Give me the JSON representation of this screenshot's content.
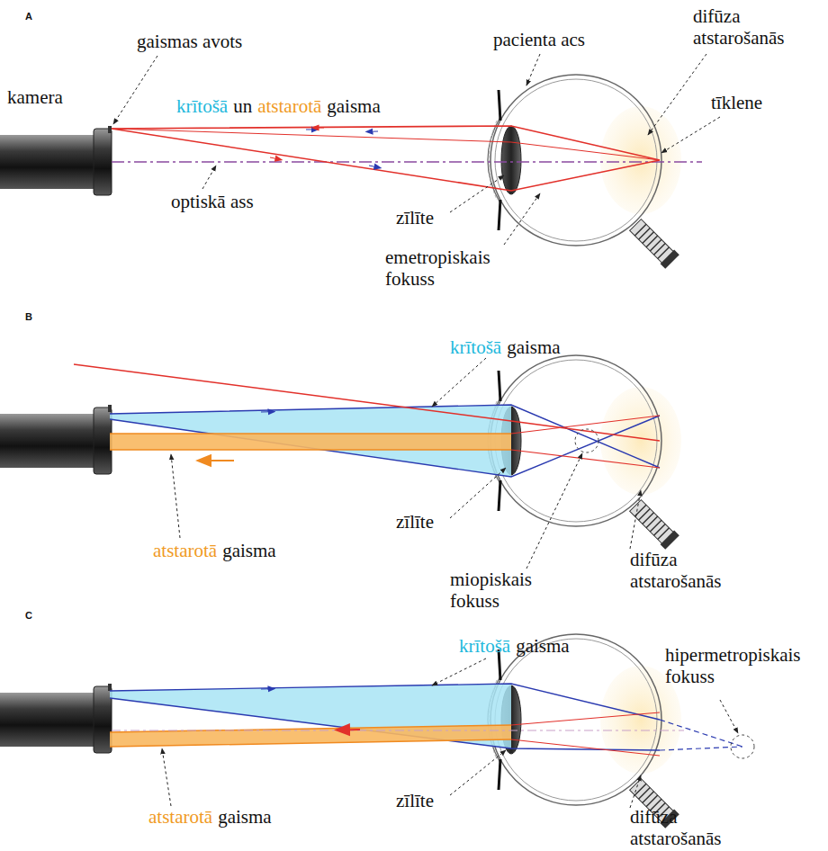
{
  "diagram": {
    "labels": [
      "A",
      "gaismas avots",
      "kamera",
      "krītošā",
      "un",
      "atstarotā",
      "gaisma",
      "pacienta acs",
      "difūza atstarošanās",
      "tīklene",
      "optiskā ass",
      "zīlīte",
      "emetropiskais fokuss",
      "B",
      "krītošā",
      "gaisma",
      "atstarotā",
      "gaisma",
      "zīlīte",
      "miopiskais fokuss",
      "difūza atstarošanās",
      "C",
      "krītošā",
      "gaisma",
      "hipermetropiskais fokuss",
      "atstarotā",
      "gaisma",
      "zīlīte",
      "difūza atstarošanās"
    ]
  }
}
